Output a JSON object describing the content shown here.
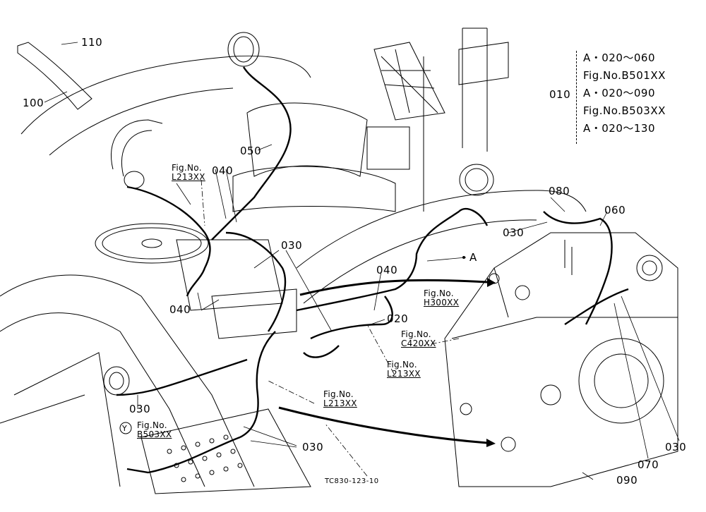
{
  "part_numbers": {
    "p100": "100",
    "p110": "110",
    "p050": "050",
    "p040_top": "040",
    "p040_mid": "040",
    "p040_bottom": "040",
    "p030_center": "030",
    "p030_right": "030",
    "p030_left": "030",
    "p030_bottom": "030",
    "p030_far_right": "030",
    "p020": "020",
    "p080": "080",
    "p060": "060",
    "p070": "070",
    "p090": "090",
    "p010": "010",
    "marker_a": "A",
    "marker_y": "Y"
  },
  "figure_refs": {
    "ref_l213_top": {
      "line1": "Fig.No.",
      "line2": "L213XX"
    },
    "ref_h300": {
      "line1": "Fig.No.",
      "line2": "H300XX"
    },
    "ref_c420": {
      "line1": "Fig.No.",
      "line2": "C420XX"
    },
    "ref_l213_mid": {
      "line1": "Fig.No.",
      "line2": "L213XX"
    },
    "ref_l213_low": {
      "line1": "Fig.No.",
      "line2": "L213XX"
    },
    "ref_b503": {
      "line1": "Fig.No.",
      "line2": "B503XX"
    }
  },
  "legend": {
    "row1": "A・020～060",
    "row2": "Fig.No.B501XX",
    "row3": "A・020～090",
    "row4": "Fig.No.B503XX",
    "row5": "A・020～130"
  },
  "drawing_code": "TC830-123-10",
  "colors": {
    "ink": "#000000",
    "paper": "#ffffff"
  }
}
